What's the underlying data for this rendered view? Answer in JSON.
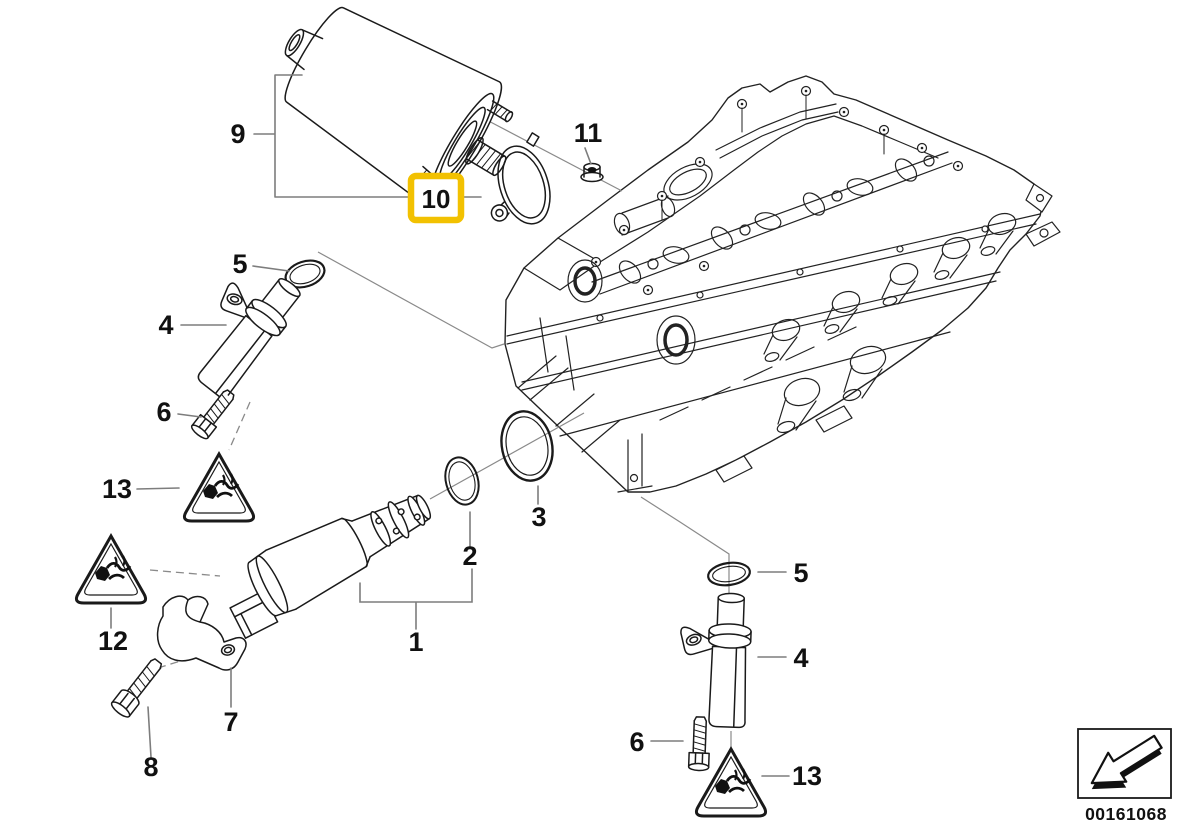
{
  "diagram": {
    "image_number": "00161068",
    "highlighted_callout": "10",
    "highlight_color": "#F2C101",
    "line_color": "#1A1A1A",
    "background_color": "#FFFFFF",
    "callouts": [
      {
        "label": "9"
      },
      {
        "label": "10",
        "highlighted": true
      },
      {
        "label": "11"
      },
      {
        "label": "5"
      },
      {
        "label": "4"
      },
      {
        "label": "6"
      },
      {
        "label": "13"
      },
      {
        "label": "12"
      },
      {
        "label": "7"
      },
      {
        "label": "8"
      },
      {
        "label": "1"
      },
      {
        "label": "2"
      },
      {
        "label": "3"
      },
      {
        "label": "5"
      },
      {
        "label": "4"
      },
      {
        "label": "6"
      },
      {
        "label": "13"
      }
    ]
  }
}
